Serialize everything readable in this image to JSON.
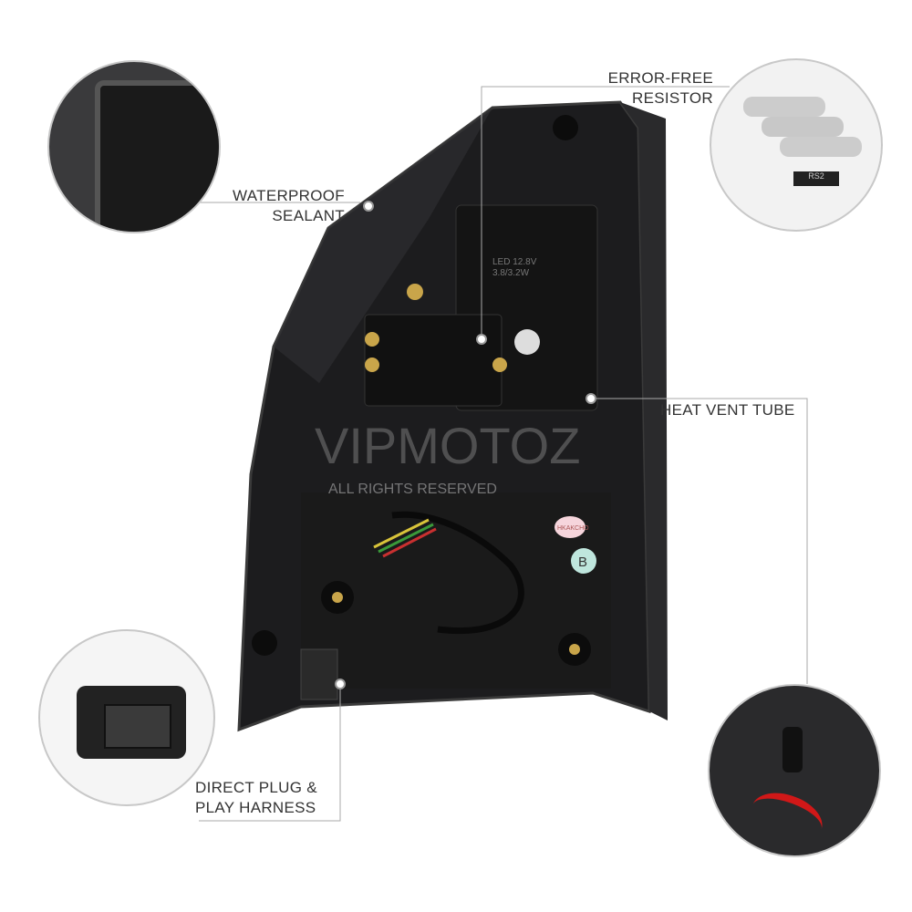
{
  "callouts": {
    "waterproof": {
      "line1": "WATERPROOF",
      "line2": "SEALANT"
    },
    "resistor": {
      "line1": "ERROR-FREE",
      "line2": "RESISTOR"
    },
    "heat_vent": {
      "line1": "HEAT VENT TUBE"
    },
    "harness": {
      "line1": "DIRECT PLUG &",
      "line2": "PLAY HARNESS"
    }
  },
  "watermark": {
    "brand": "VIPMOTOZ",
    "rights": "ALL RIGHTS RESERVED"
  },
  "module_text": {
    "line1": "LED 12.8V",
    "line2": "3.8/3.2W"
  },
  "badges": {
    "b": "B",
    "pink": "HKAKCHO"
  },
  "resistor_label": "RS2"
}
